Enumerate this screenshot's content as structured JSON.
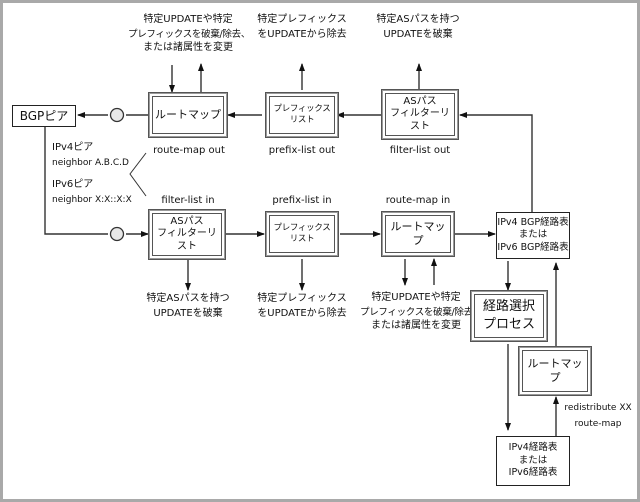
{
  "nodes": {
    "bgp_peer": "BGPピア",
    "route_map_out": "ルートマップ",
    "prefix_list_out": "プレフィックスリスト",
    "as_path_out_line1": "ASパス",
    "as_path_out_line2": "フィルターリスト",
    "as_path_in_line1": "ASパス",
    "as_path_in_line2": "フィルターリスト",
    "prefix_list_in": "プレフィックスリスト",
    "route_map_in": "ルートマップ",
    "bgp_table_line1": "IPv4 BGP経路表",
    "bgp_table_line2": "または",
    "bgp_table_line3": "IPv6 BGP経路表",
    "selection_line1": "経路選択",
    "selection_line2": "プロセス",
    "redistribute_route_map": "ルートマップ",
    "rib_line1": "IPv4経路表",
    "rib_line2": "または",
    "rib_line3": "IPv6経路表"
  },
  "labels": {
    "route_map_out": "route-map out",
    "prefix_list_out": "prefix-list out",
    "filter_list_out": "filter-list out",
    "filter_list_in": "filter-list in",
    "prefix_list_in": "prefix-list in",
    "route_map_in": "route-map in",
    "ipv4_peer": "IPv4ピア",
    "ipv4_neighbor": "neighbor A.B.C.D",
    "ipv6_peer": "IPv6ピア",
    "ipv6_neighbor": "neighbor X:X::X:X",
    "redistribute_line1": "redistribute XX",
    "redistribute_line2": "route-map"
  },
  "notes": {
    "route_map_effect_line1": "特定UPDATEや特定",
    "route_map_effect_line2": "プレフィックスを破棄/除去、",
    "route_map_effect_line3": "または諸属性を変更",
    "prefix_effect_line1": "特定プレフィックス",
    "prefix_effect_line2": "をUPDATEから除去",
    "aspath_effect_line1": "特定ASパスを持つ",
    "aspath_effect_line2": "UPDATEを破棄"
  }
}
